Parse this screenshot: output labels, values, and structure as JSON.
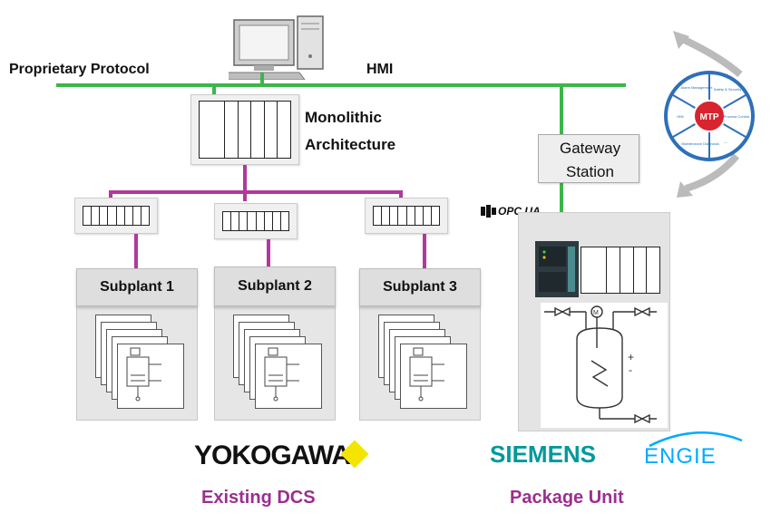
{
  "labels": {
    "proprietary_protocol": "Proprietary Protocol",
    "hmi": "HMI",
    "monolithic_line1": "Monolithic",
    "monolithic_line2": "Architecture",
    "gateway_line1": "Gateway",
    "gateway_line2": "Station",
    "opc_ua": "OPC UA",
    "existing_dcs": "Existing DCS",
    "package_unit": "Package Unit"
  },
  "subplants": [
    {
      "label": "Subplant 1"
    },
    {
      "label": "Subplant 2"
    },
    {
      "label": "Subplant 3"
    }
  ],
  "mtp_wheel": {
    "center": "MTP",
    "segments": [
      "Alarm Management",
      "Safety & Security",
      "Process Control",
      "...",
      "Maintenance Diagnosis",
      "HMI"
    ]
  },
  "brands": {
    "yokogawa": "YOKOGAWA",
    "siemens": "SIEMENS",
    "engie": "ENGIE"
  },
  "colors": {
    "network_green": "#3cb64a",
    "link_purple": "#b0399c",
    "caption_purple": "#9b2f8f",
    "mtp_blue": "#2f6fb8",
    "mtp_red": "#d9232e",
    "yokogawa_yellow": "#f3e500",
    "siemens_teal": "#009999",
    "engie_blue": "#00aaff"
  }
}
